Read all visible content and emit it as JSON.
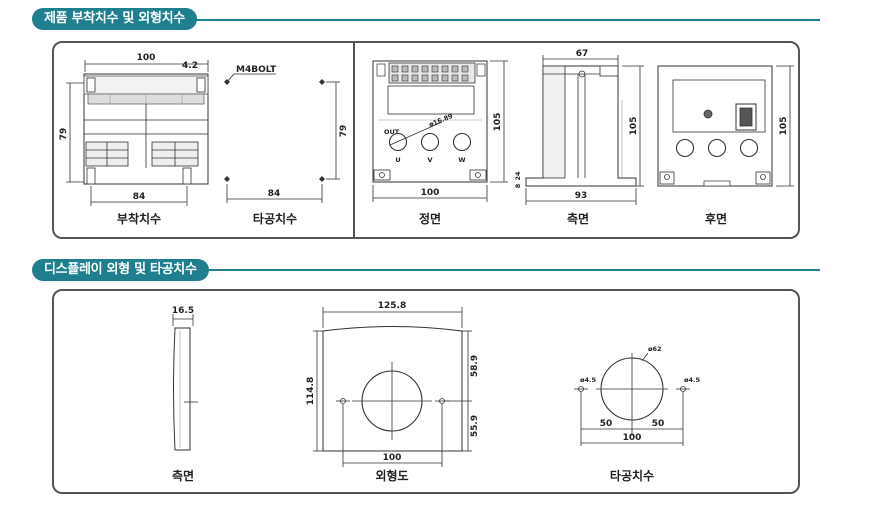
{
  "sections": [
    {
      "title": "제품 부착치수 및 외형치수"
    },
    {
      "title": "디스플레이 외형 및 타공치수"
    }
  ],
  "mount": {
    "caption": "부착치수",
    "top_width": "100",
    "bottom_width": "84",
    "height": "79",
    "offset": "4.2",
    "bolt": "M4BOLT"
  },
  "hole": {
    "caption": "타공치수",
    "height": "79",
    "width": "84"
  },
  "front": {
    "caption": "정면",
    "height": "105",
    "width": "100",
    "out_label": "OUT",
    "knob_dia": "ø16.89",
    "knobs": [
      "U",
      "V",
      "W"
    ]
  },
  "side": {
    "caption": "측면",
    "top_width": "67",
    "height": "105",
    "base_a": "8",
    "base_b": "24",
    "bottom_width": "93"
  },
  "rear": {
    "caption": "후면",
    "height": "105"
  },
  "display_side": {
    "caption": "측면",
    "thickness": "16.5"
  },
  "display_front": {
    "caption": "외형도",
    "width": "125.8",
    "height": "114.8",
    "upper": "58.9",
    "lower": "55.9",
    "hole_pitch": "100"
  },
  "display_cut": {
    "caption": "타공치수",
    "center_dia": "ø62",
    "left_hole": "ø4.5",
    "right_hole": "ø4.5",
    "left_pitch": "50",
    "right_pitch": "50",
    "total": "100"
  }
}
